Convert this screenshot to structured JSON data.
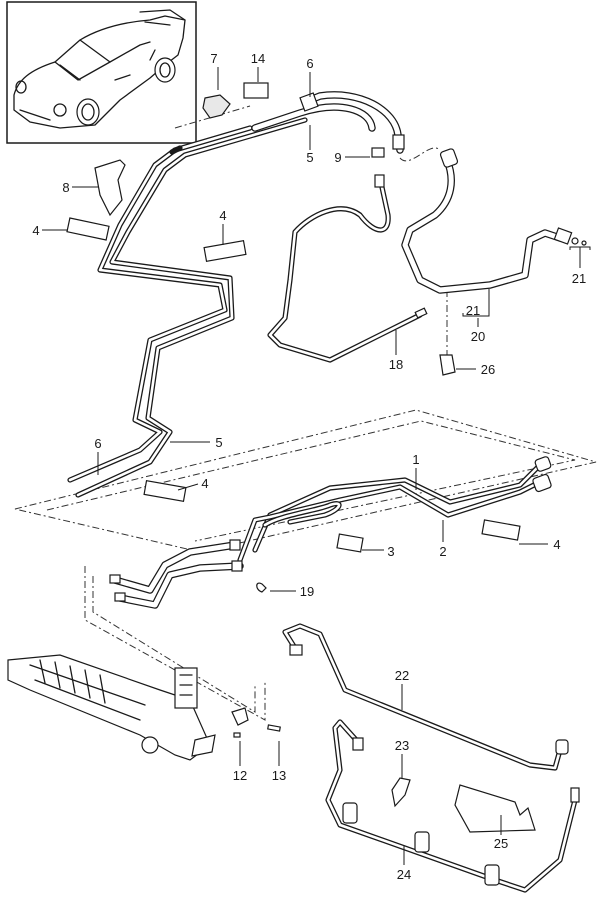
{
  "diagram": {
    "subject": "Porsche 911 power steering / cooling lines parts diagram",
    "inset": "vehicle-overview-car-illustration",
    "callouts": [
      {
        "id": "c7",
        "label": "7",
        "part": "mount-bracket"
      },
      {
        "id": "c14",
        "label": "14",
        "part": "rubber-block"
      },
      {
        "id": "c6a",
        "label": "6",
        "part": "line-6-upper"
      },
      {
        "id": "c5a",
        "label": "5",
        "part": "line-5-upper"
      },
      {
        "id": "c9",
        "label": "9",
        "part": "hose-clamp"
      },
      {
        "id": "c8",
        "label": "8",
        "part": "bracket-plate"
      },
      {
        "id": "c4a",
        "label": "4",
        "part": "pipe-holder-left"
      },
      {
        "id": "c4b",
        "label": "4",
        "part": "pipe-holder-center"
      },
      {
        "id": "c21a",
        "label": "21",
        "part": "seal-rings"
      },
      {
        "id": "c21b",
        "label": "21",
        "part": "hose-section"
      },
      {
        "id": "c20",
        "label": "20",
        "part": "return-hose-assembly"
      },
      {
        "id": "c18",
        "label": "18",
        "part": "return-line"
      },
      {
        "id": "c26",
        "label": "26",
        "part": "clip-fastener"
      },
      {
        "id": "c6b",
        "label": "6",
        "part": "line-6-lower"
      },
      {
        "id": "c5b",
        "label": "5",
        "part": "line-5-lower"
      },
      {
        "id": "c4c",
        "label": "4",
        "part": "pipe-holder-lower"
      },
      {
        "id": "c1",
        "label": "1",
        "part": "pressure-line"
      },
      {
        "id": "c2",
        "label": "2",
        "part": "return-line-2"
      },
      {
        "id": "c3",
        "label": "3",
        "part": "pipe-holder-3"
      },
      {
        "id": "c4d",
        "label": "4",
        "part": "pipe-holder-right"
      },
      {
        "id": "c19",
        "label": "19",
        "part": "clip-19"
      },
      {
        "id": "c12",
        "label": "12",
        "part": "pin"
      },
      {
        "id": "c13",
        "label": "13",
        "part": "screw"
      },
      {
        "id": "c22",
        "label": "22",
        "part": "line-22"
      },
      {
        "id": "c23",
        "label": "23",
        "part": "clip-23"
      },
      {
        "id": "c25",
        "label": "25",
        "part": "heat-shield"
      },
      {
        "id": "c24",
        "label": "24",
        "part": "line-24"
      }
    ]
  }
}
